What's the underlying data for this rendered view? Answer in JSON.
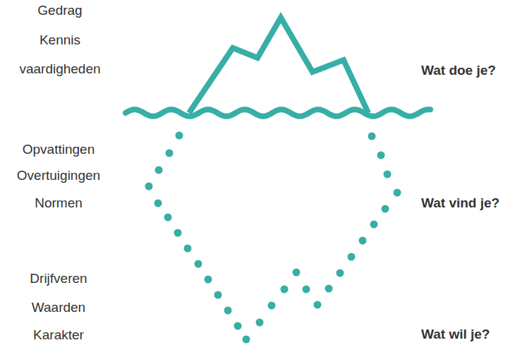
{
  "diagram": {
    "labels": [
      "Gedrag",
      "Kennis",
      "vaardigheden",
      "Opvattingen",
      "Overtuigingen",
      "Normen",
      "Drijfveren",
      "Waarden",
      "Karakter",
      "Wat doe je?",
      "Wat vind je?",
      "Wat wil je?"
    ]
  }
}
